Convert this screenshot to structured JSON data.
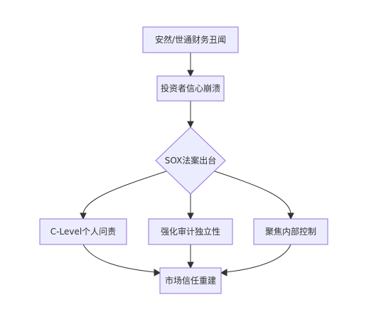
{
  "nodes": {
    "scandal": {
      "label": "安然/世通财务丑闻"
    },
    "collapse": {
      "label": "投资者信心崩溃"
    },
    "sox": {
      "label": "SOX法案出台"
    },
    "clevel": {
      "label": "C-Level个人问责"
    },
    "audit": {
      "label": "强化审计独立性"
    },
    "control": {
      "label": "聚焦内部控制"
    },
    "rebuild": {
      "label": "市场信任重建"
    }
  },
  "colors": {
    "node_fill": "#ECECFF",
    "node_stroke": "#9370DB",
    "edge": "#333333",
    "text": "#333333"
  }
}
